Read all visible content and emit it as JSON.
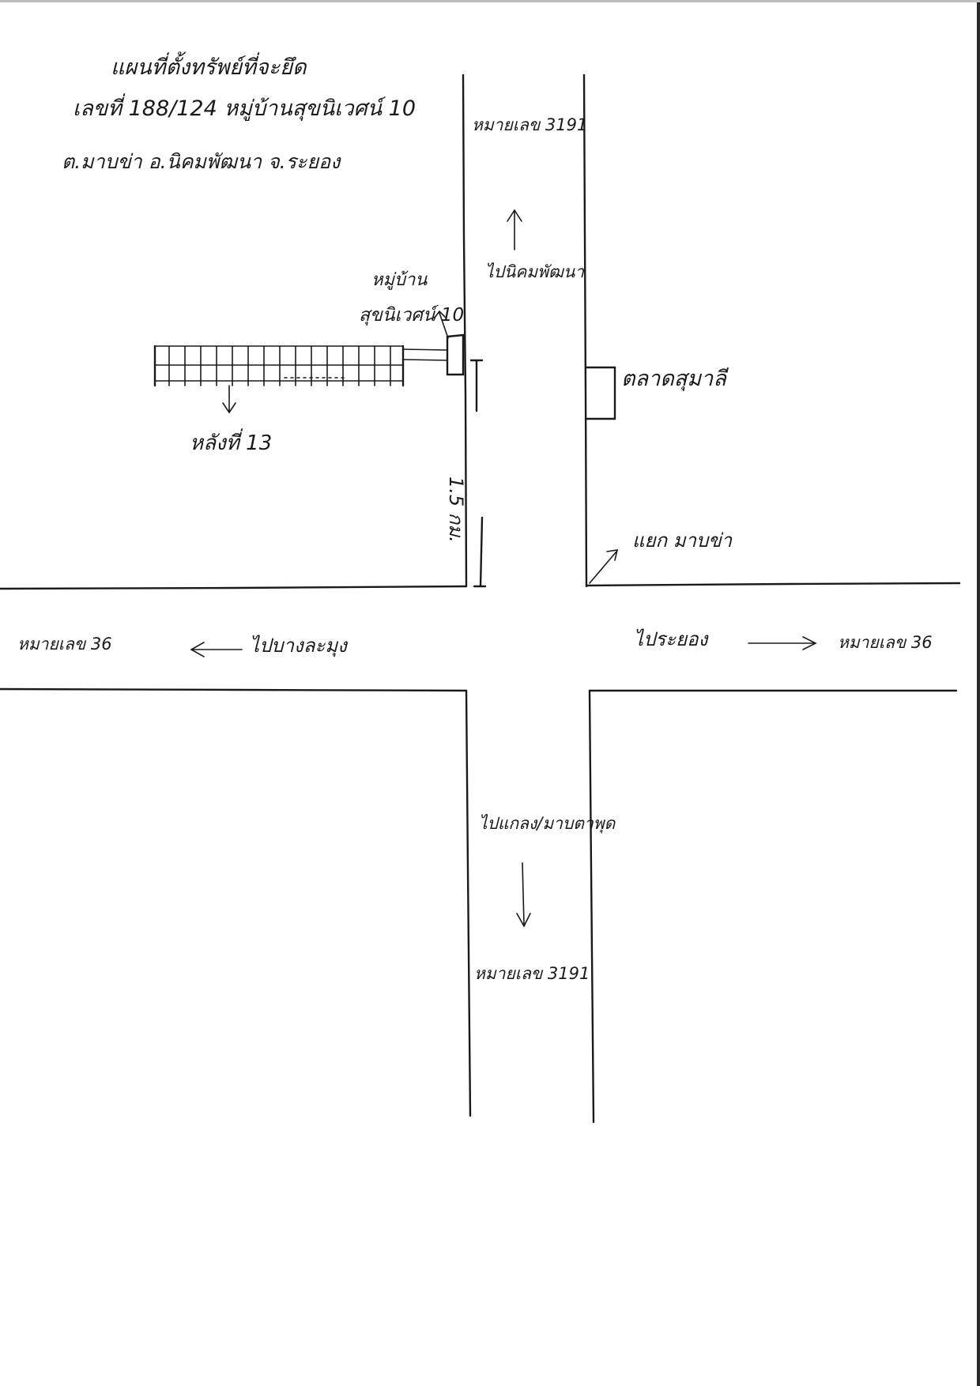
{
  "title": {
    "line1": "แผนที่ตั้งทรัพย์ที่จะยึด",
    "line2": "เลขที่ 188/124 หมู่บ้านสุขนิเวศน์ 10",
    "line3": "ต.มาบข่า อ.นิคมพัฒนา จ.ระยอง"
  },
  "roads": {
    "road_3191_north": "หมายเลข 3191",
    "road_3191_south": "หมายเลข 3191",
    "road_36_west": "หมายเลข 36",
    "road_36_east": "หมายเลข 36"
  },
  "directions": {
    "to_nikhom": "ไปนิคมพัฒนา",
    "to_banglamung": "ไปบางละมุง",
    "to_rayong": "ไประยอง",
    "to_klaeng": "ไปแกลง/มาบตาพุด"
  },
  "places": {
    "village_line1": "หมู่บ้าน",
    "village_line2": "สุขนิเวศน์ 10",
    "house_label": "หลังที่ 13",
    "market": "ตลาดสุมาลี",
    "intersection": "แยก มาบข่า",
    "distance": "1.5 กม."
  },
  "colors": {
    "ink": "#1a1a1a",
    "paper": "#ffffff"
  }
}
